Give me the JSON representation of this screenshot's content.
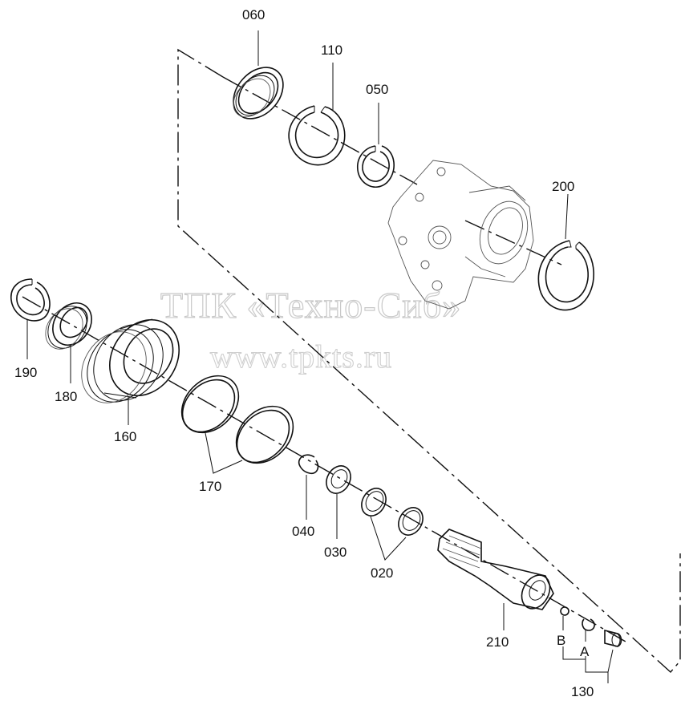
{
  "watermark": {
    "line1": "ТПК «Техно-Сиб»",
    "line2": "www.tpkts.ru"
  },
  "labels": {
    "p060": "060",
    "p110": "110",
    "p050": "050",
    "p200": "200",
    "p190": "190",
    "p180": "180",
    "p160": "160",
    "p170": "170",
    "p040": "040",
    "p030": "030",
    "p020": "020",
    "p210": "210",
    "pB": "B",
    "pA": "A",
    "p130": "130"
  }
}
